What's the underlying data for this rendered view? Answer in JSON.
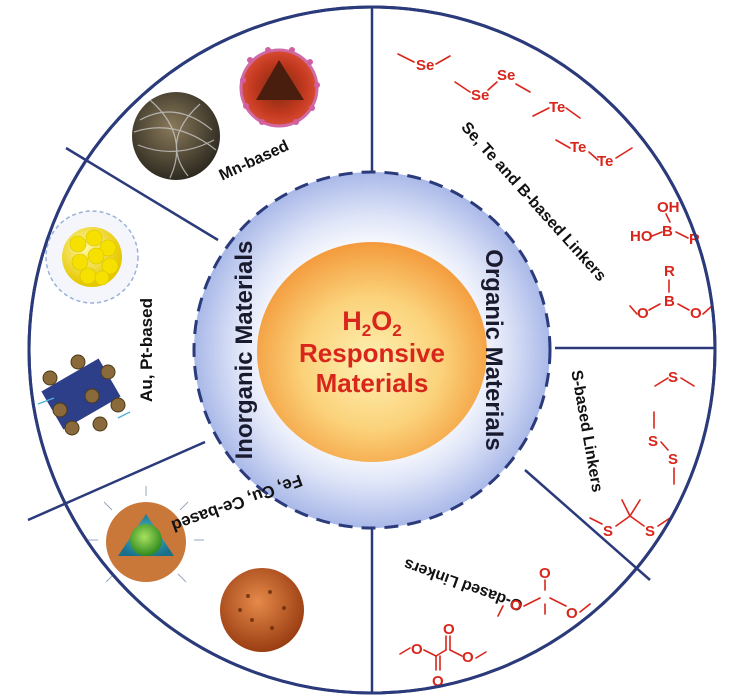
{
  "center": {
    "line1_main": "H",
    "line1_sub1": "2",
    "line1_mid": "O",
    "line1_sub2": "2",
    "line2": "Responsive",
    "line3": "Materials"
  },
  "ring": {
    "inorganic": "Inorganic Materials",
    "organic": "Organic Materials"
  },
  "segments": {
    "mn": "Mn-based",
    "au_pt": "Au, Pt-based",
    "fe_cu_ce": "Fe, Cu, Ce-based",
    "se_te_b": "Se, Te and B-based Linkers",
    "s_based": "S-based Linkers",
    "o_based": "O-dased Linkers"
  },
  "chem_labels": {
    "se": "Se",
    "te": "Te",
    "b": "B",
    "oh": "OH",
    "ho": "HO",
    "r": "R",
    "o": "O",
    "s": "S"
  },
  "colors": {
    "border": "#2b3a7a",
    "accent_red": "#d9261c",
    "center_orange": "#f6a93b",
    "center_yellow": "#fde98a",
    "ring_blue": "#b7c3ea"
  }
}
